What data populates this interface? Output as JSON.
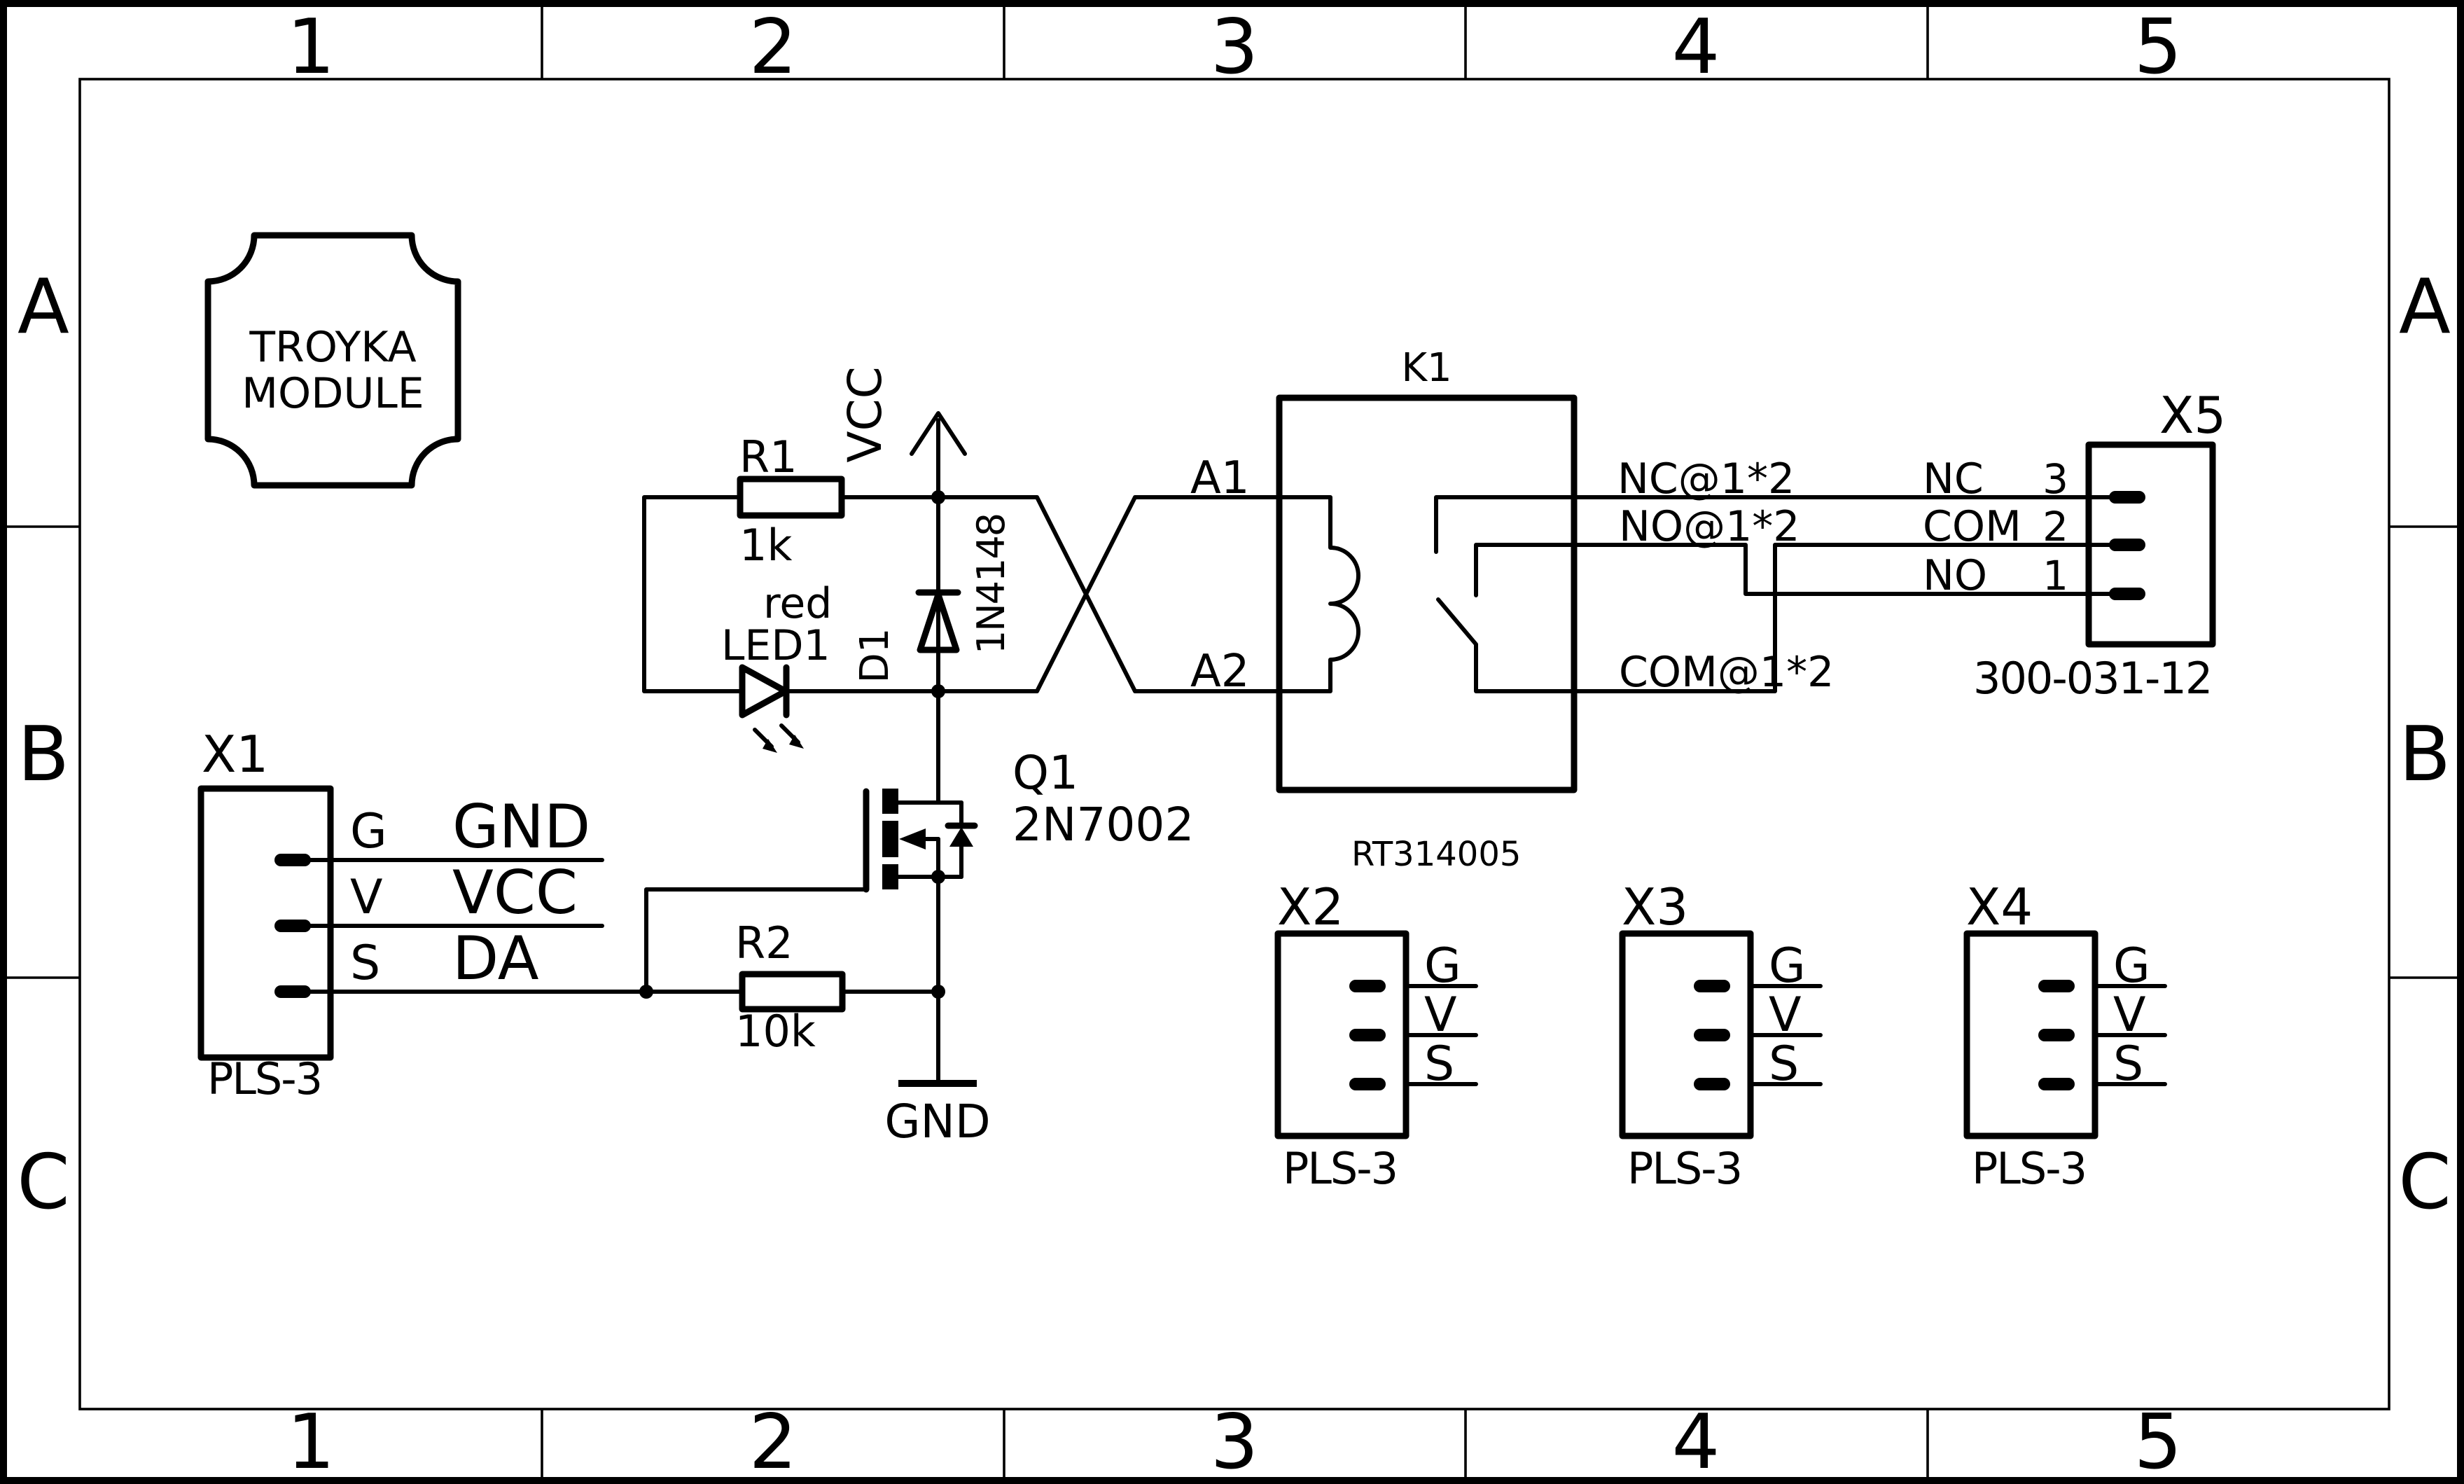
{
  "frame": {
    "cols": [
      "1",
      "2",
      "3",
      "4",
      "5"
    ],
    "rows": [
      "A",
      "B",
      "C"
    ]
  },
  "badge": {
    "l1": "TROYKA",
    "l2": "MODULE"
  },
  "power": {
    "vcc": "VCC",
    "gnd": "GND"
  },
  "r1": {
    "ref": "R1",
    "val": "1k"
  },
  "r2": {
    "ref": "R2",
    "val": "10k"
  },
  "led1": {
    "color": "red",
    "ref": "LED1"
  },
  "d1": {
    "ref": "D1",
    "val": "1N4148"
  },
  "q1": {
    "ref": "Q1",
    "val": "2N7002"
  },
  "k1": {
    "ref": "K1",
    "val": "RT314005",
    "pins": {
      "a1": "A1",
      "a2": "A2"
    },
    "nets": {
      "nc": "NC@1*2",
      "no": "NO@1*2",
      "com": "COM@1*2"
    }
  },
  "x1": {
    "ref": "X1",
    "part": "PLS-3",
    "pins": [
      "G",
      "V",
      "S"
    ],
    "nets": [
      "GND",
      "VCC",
      "DA"
    ]
  },
  "x2": {
    "ref": "X2",
    "part": "PLS-3",
    "pins": [
      "G",
      "V",
      "S"
    ]
  },
  "x3": {
    "ref": "X3",
    "part": "PLS-3",
    "pins": [
      "G",
      "V",
      "S"
    ]
  },
  "x4": {
    "ref": "X4",
    "part": "PLS-3",
    "pins": [
      "G",
      "V",
      "S"
    ]
  },
  "x5": {
    "ref": "X5",
    "part": "300-031-12",
    "pins": [
      {
        "n": "3",
        "name": "NC"
      },
      {
        "n": "2",
        "name": "COM"
      },
      {
        "n": "1",
        "name": "NO"
      }
    ]
  }
}
